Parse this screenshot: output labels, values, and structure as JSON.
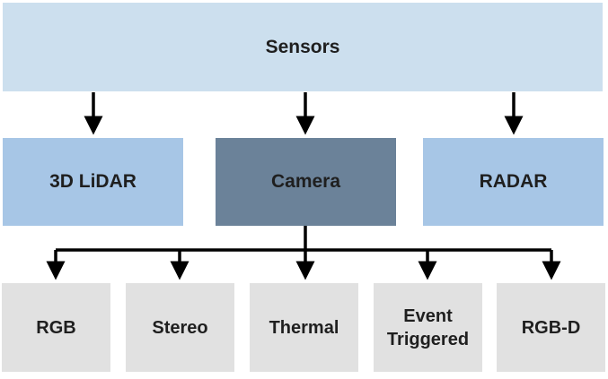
{
  "colors": {
    "sensors_fill": "#ccdfee",
    "lidar_fill": "#a7c6e6",
    "camera_fill": "#6b8299",
    "radar_fill": "#a7c6e6",
    "leaf_fill": "#e1e1e1",
    "arrow": "#000000"
  },
  "diagram": {
    "root": {
      "label": "Sensors"
    },
    "level2": [
      {
        "label": "3D LiDAR"
      },
      {
        "label": "Camera"
      },
      {
        "label": "RADAR"
      }
    ],
    "camera_types": [
      {
        "label": "RGB"
      },
      {
        "label": "Stereo"
      },
      {
        "label": "Thermal"
      },
      {
        "label": "Event Triggered"
      },
      {
        "label": "RGB-D"
      }
    ]
  }
}
